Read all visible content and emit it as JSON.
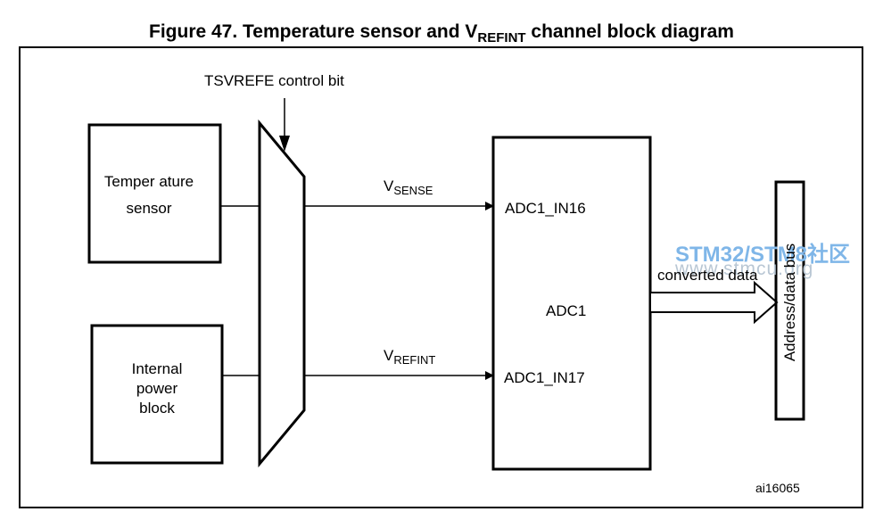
{
  "title": {
    "prefix": "Figure 47. Temperature sensor and V",
    "sub": "REFINT",
    "suffix": " channel block diagram"
  },
  "control_bit_label": "TSVREFE control bit",
  "blocks": {
    "temp_sensor": {
      "line1": "Temper ature",
      "line2": "sensor"
    },
    "internal_power": {
      "line1": "Internal",
      "line2": "power",
      "line3": "block"
    },
    "adc": {
      "label": "ADC1",
      "in16": "ADC1_IN16",
      "in17": "ADC1_IN17"
    },
    "bus": {
      "label": "Address/data bus"
    }
  },
  "signals": {
    "vsense": {
      "main": "V",
      "sub": "SENSE"
    },
    "vrefint": {
      "main": "V",
      "sub": "REFINT"
    }
  },
  "converted_data_label": "converted data",
  "figure_id": "ai16065",
  "watermark": {
    "line1": "STM32/STM8社区",
    "line2": "www.stmcu.org"
  }
}
